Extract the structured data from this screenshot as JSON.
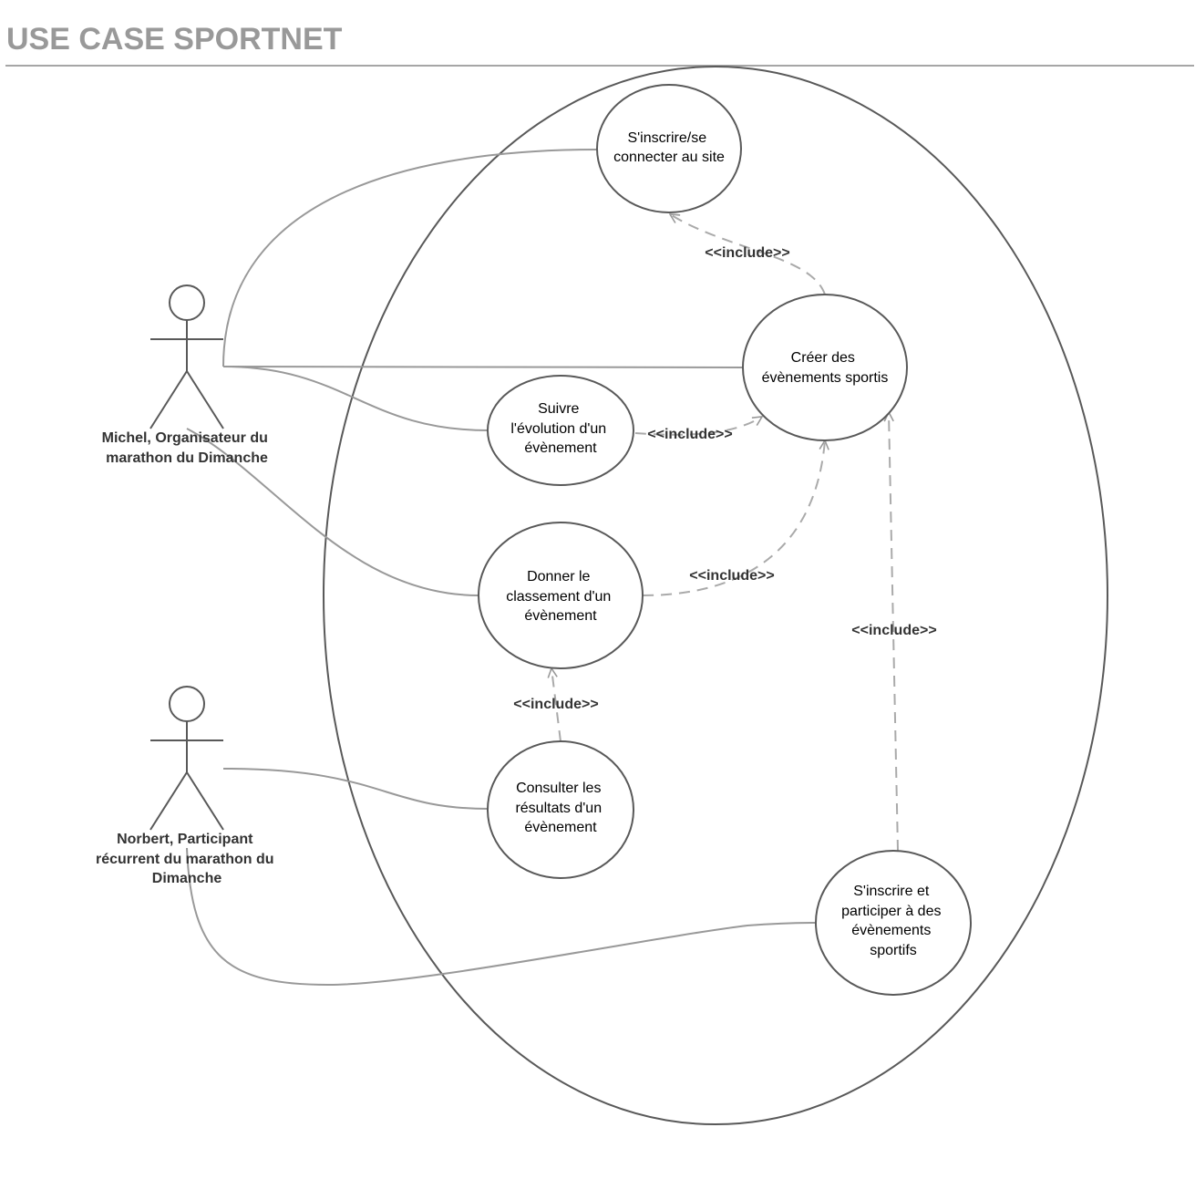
{
  "title": "USE CASE SPORTNET",
  "include_label": "<<include>>",
  "actors": {
    "michel": [
      "Michel, Organisateur du",
      "marathon du Dimanche"
    ],
    "norbert": [
      "Norbert, Participant",
      "récurrent du marathon du",
      "Dimanche"
    ]
  },
  "use_cases": {
    "login": [
      "S'inscrire/se",
      "connecter au site"
    ],
    "create": [
      "Créer des",
      "évènements sportis"
    ],
    "follow": [
      "Suivre",
      "l'évolution d'un",
      "évènement"
    ],
    "ranking": [
      "Donner le",
      "classement d'un",
      "évènement"
    ],
    "results": [
      "Consulter les",
      "résultats d'un",
      "évènement"
    ],
    "participate": [
      "S'inscrire et",
      "participer à des",
      "évènements",
      "sportifs"
    ]
  },
  "colors": {
    "title": "#999999",
    "stroke": "#595959",
    "association": "#999999",
    "dashed": "#aaaaaa"
  }
}
